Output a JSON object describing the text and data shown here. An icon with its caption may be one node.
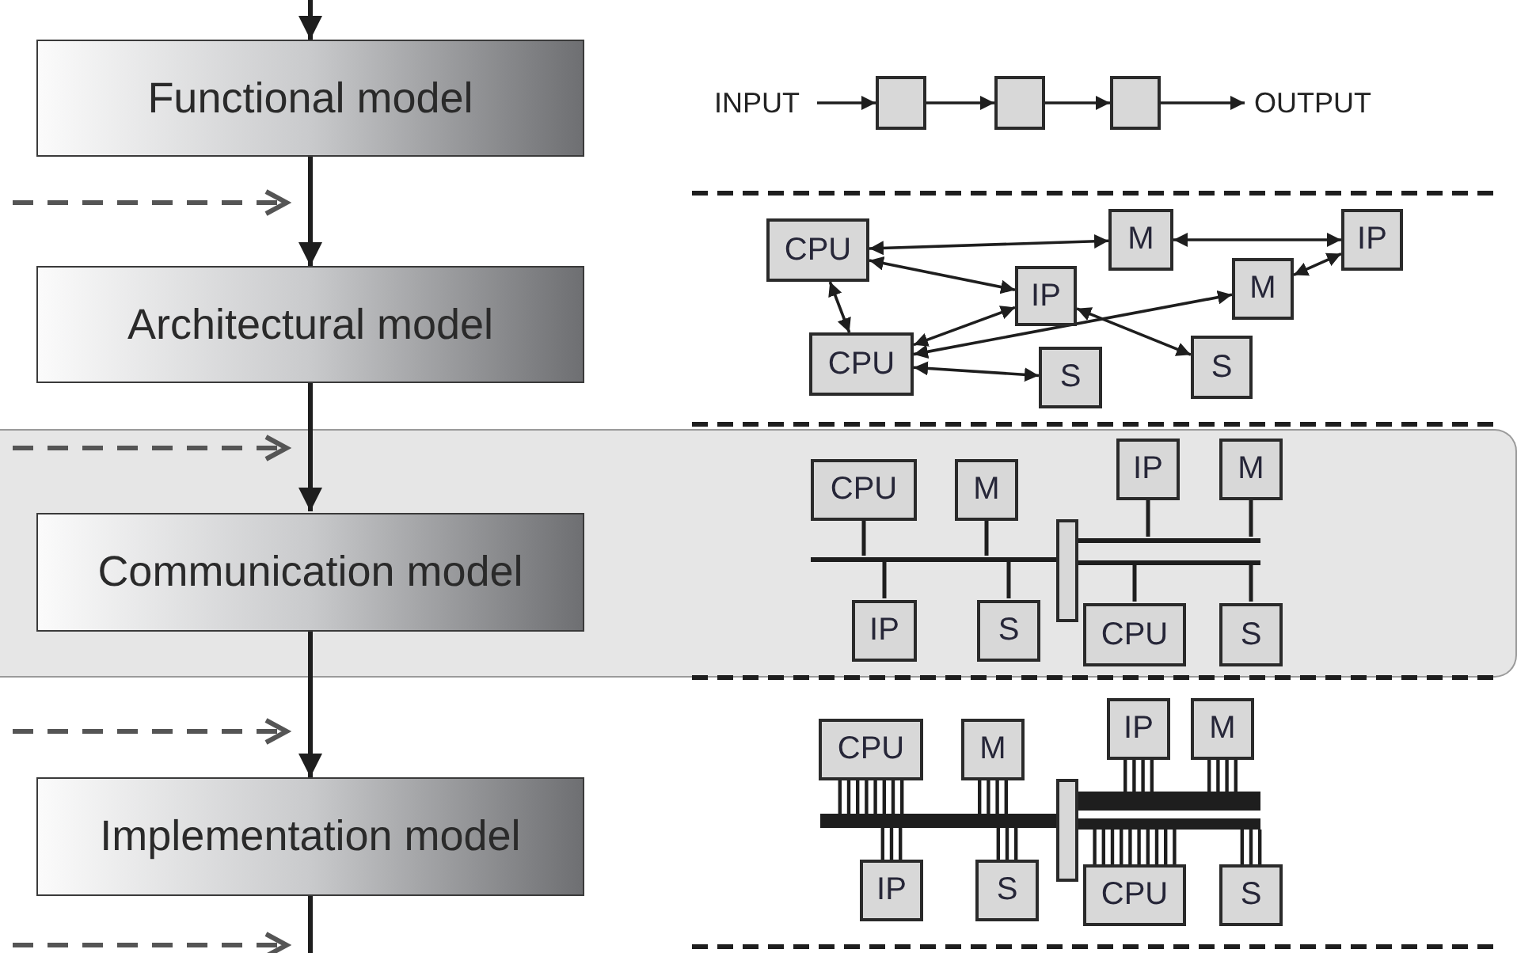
{
  "diagram": {
    "nodes": [
      {
        "text": [
          "Functional model"
        ]
      },
      {
        "text": [
          "INPUT"
        ]
      },
      {
        "text": [],
        "shape": "box"
      },
      {
        "text": [],
        "shape": "box"
      },
      {
        "text": [],
        "shape": "box"
      },
      {
        "text": [
          "OUTPUT"
        ]
      },
      {
        "text": [
          "Architectural model"
        ]
      },
      {
        "text": [
          "CPU"
        ]
      },
      {
        "text": [
          "M"
        ]
      },
      {
        "text": [
          "IP"
        ]
      },
      {
        "text": [
          "IP"
        ]
      },
      {
        "text": [
          "M"
        ]
      },
      {
        "text": [
          "CPU"
        ]
      },
      {
        "text": [
          "S"
        ]
      },
      {
        "text": [
          "S"
        ]
      },
      {
        "text": [],
        "shape": "box"
      },
      {
        "text": [
          "Communication model"
        ],
        "in": 15
      },
      {
        "text": [
          "CPU"
        ],
        "in": 15
      },
      {
        "text": [
          "M"
        ],
        "in": 15
      },
      {
        "text": [
          "IP"
        ],
        "in": 15
      },
      {
        "text": [
          "M"
        ],
        "in": 15
      },
      {
        "text": [],
        "shape": "bar",
        "in": 15
      },
      {
        "text": [],
        "shape": "box",
        "in": 15
      },
      {
        "text": [],
        "shape": "bar",
        "in": 15
      },
      {
        "text": [],
        "shape": "bar",
        "in": 15
      },
      {
        "text": [
          "IP"
        ],
        "in": 15
      },
      {
        "text": [
          "S"
        ],
        "in": 15
      },
      {
        "text": [
          "CPU"
        ],
        "in": 15
      },
      {
        "text": [
          "S"
        ],
        "in": 15
      },
      {
        "text": [
          "Implementation model"
        ]
      },
      {
        "text": [
          "CPU"
        ]
      },
      {
        "text": [
          "M"
        ]
      },
      {
        "text": [
          "IP"
        ]
      },
      {
        "text": [
          "M"
        ]
      },
      {
        "text": [],
        "shape": "bar"
      },
      {
        "text": [],
        "shape": "box"
      },
      {
        "text": [],
        "shape": "bar"
      },
      {
        "text": [],
        "shape": "bar"
      },
      {
        "text": [
          "IP"
        ]
      },
      {
        "text": [
          "S"
        ]
      },
      {
        "text": [
          "CPU"
        ]
      },
      {
        "text": [
          "S"
        ]
      }
    ],
    "edges": [
      {
        "from": null,
        "to": 0,
        "arrow": "to"
      },
      {
        "from": 0,
        "to": 6,
        "arrow": "to"
      },
      {
        "from": 6,
        "to": 16,
        "arrow": "to"
      },
      {
        "from": 16,
        "to": 29,
        "arrow": "to"
      },
      {
        "from": 29,
        "to": null,
        "arrow": "none"
      },
      {
        "from": 1,
        "to": 2,
        "arrow": "to"
      },
      {
        "from": 2,
        "to": 3,
        "arrow": "to"
      },
      {
        "from": 3,
        "to": 4,
        "arrow": "to"
      },
      {
        "from": 4,
        "to": 5,
        "arrow": "to"
      },
      {
        "from": 7,
        "to": 8,
        "arrow": "both"
      },
      {
        "from": 8,
        "to": 9,
        "arrow": "both"
      },
      {
        "from": 7,
        "to": 10,
        "arrow": "both"
      },
      {
        "from": 7,
        "to": 12,
        "arrow": "both"
      },
      {
        "from": 10,
        "to": 14,
        "arrow": "both"
      },
      {
        "from": 12,
        "to": 11,
        "arrow": "both"
      },
      {
        "from": 12,
        "to": 10,
        "arrow": "both"
      },
      {
        "from": 12,
        "to": 13,
        "arrow": "both"
      },
      {
        "from": 11,
        "to": 9,
        "arrow": "both"
      },
      {
        "from": 17,
        "to": 21,
        "arrow": "none"
      },
      {
        "from": 18,
        "to": 21,
        "arrow": "none"
      },
      {
        "from": 21,
        "to": 25,
        "arrow": "none"
      },
      {
        "from": 21,
        "to": 26,
        "arrow": "none"
      },
      {
        "from": 19,
        "to": 23,
        "arrow": "none"
      },
      {
        "from": 20,
        "to": 23,
        "arrow": "none"
      },
      {
        "from": 24,
        "to": 27,
        "arrow": "none"
      },
      {
        "from": 24,
        "to": 28,
        "arrow": "none"
      },
      {
        "from": 30,
        "to": 34,
        "arrow": "none"
      },
      {
        "from": 31,
        "to": 34,
        "arrow": "none"
      },
      {
        "from": 34,
        "to": 38,
        "arrow": "none"
      },
      {
        "from": 34,
        "to": 39,
        "arrow": "none"
      },
      {
        "from": 32,
        "to": 36,
        "arrow": "none"
      },
      {
        "from": 33,
        "to": 36,
        "arrow": "none"
      },
      {
        "from": 37,
        "to": 40,
        "arrow": "none"
      },
      {
        "from": 37,
        "to": 41,
        "arrow": "none"
      }
    ]
  }
}
